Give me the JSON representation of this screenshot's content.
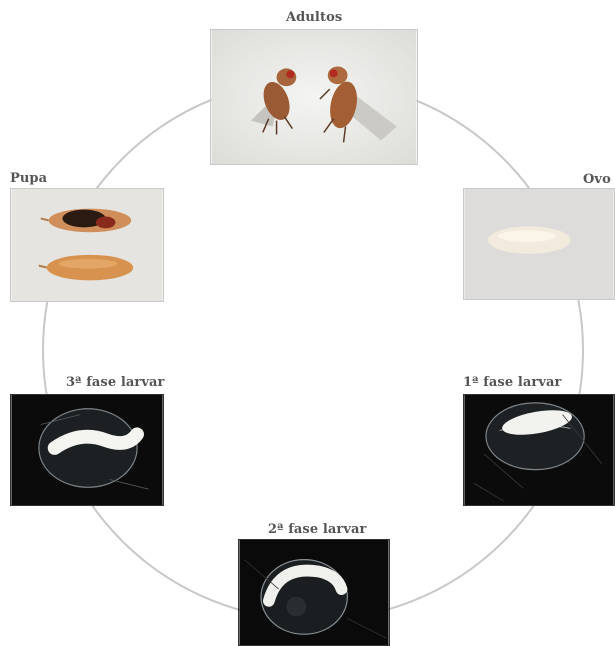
{
  "stages": {
    "adultos": {
      "label": "Adultos"
    },
    "ovo": {
      "label": "Ovo"
    },
    "fase1": {
      "label": "1ª fase larvar"
    },
    "fase2": {
      "label": "2ª fase larvar"
    },
    "fase3": {
      "label": "3ª fase larvar"
    },
    "pupa": {
      "label": "Pupa"
    }
  },
  "colors": {
    "ring": "#c8c8c8",
    "label": "#555555",
    "light_background": "#e9e9e9",
    "dark_background": "#0a0a0a"
  }
}
